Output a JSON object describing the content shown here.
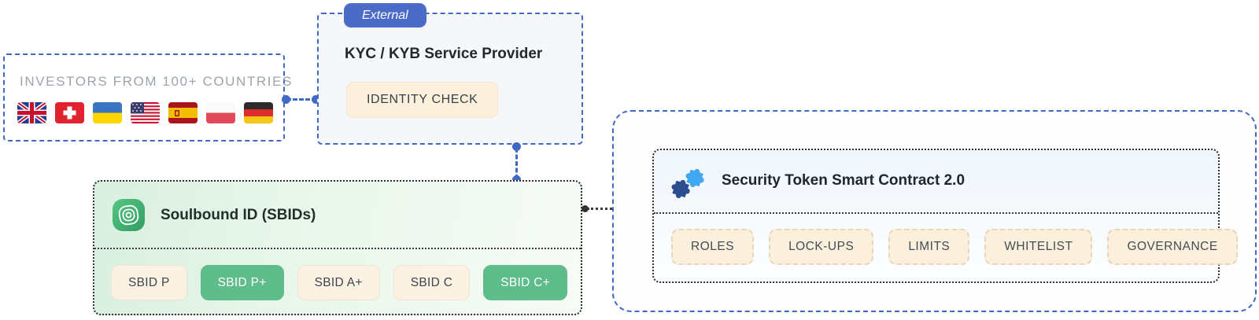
{
  "palette": {
    "connector_blue": "#4168C4",
    "badge_blue": "#4A6BC6",
    "cream": "#FAF0DC",
    "green": "#5FBC8B",
    "dark_border": "#2E2E2E",
    "muted_text": "#9CA4AC",
    "title_text": "#23282F"
  },
  "investors": {
    "heading": "INVESTORS FROM 100+ COUNTRIES",
    "flags": [
      {
        "name": "united-kingdom"
      },
      {
        "name": "switzerland"
      },
      {
        "name": "ukraine"
      },
      {
        "name": "united-states"
      },
      {
        "name": "spain"
      },
      {
        "name": "poland"
      },
      {
        "name": "germany"
      }
    ]
  },
  "kyc": {
    "badge": "External",
    "title": "KYC / KYB Service Provider",
    "button": "IDENTITY CHECK"
  },
  "soulbound": {
    "title": "Soulbound ID (SBIDs)",
    "icon": "soulbound-fingerprint-icon",
    "chips": [
      {
        "label": "SBID P",
        "variant": "cream"
      },
      {
        "label": "SBID P+",
        "variant": "green"
      },
      {
        "label": "SBID A+",
        "variant": "cream"
      },
      {
        "label": "SBID C",
        "variant": "cream"
      },
      {
        "label": "SBID C+",
        "variant": "green"
      }
    ]
  },
  "contract": {
    "title": "Security Token Smart Contract 2.0",
    "icon": "puzzle-pieces-icon",
    "chips": [
      {
        "label": "ROLES"
      },
      {
        "label": "LOCK-UPS"
      },
      {
        "label": "LIMITS"
      },
      {
        "label": "WHITELIST"
      },
      {
        "label": "GOVERNANCE"
      }
    ]
  }
}
